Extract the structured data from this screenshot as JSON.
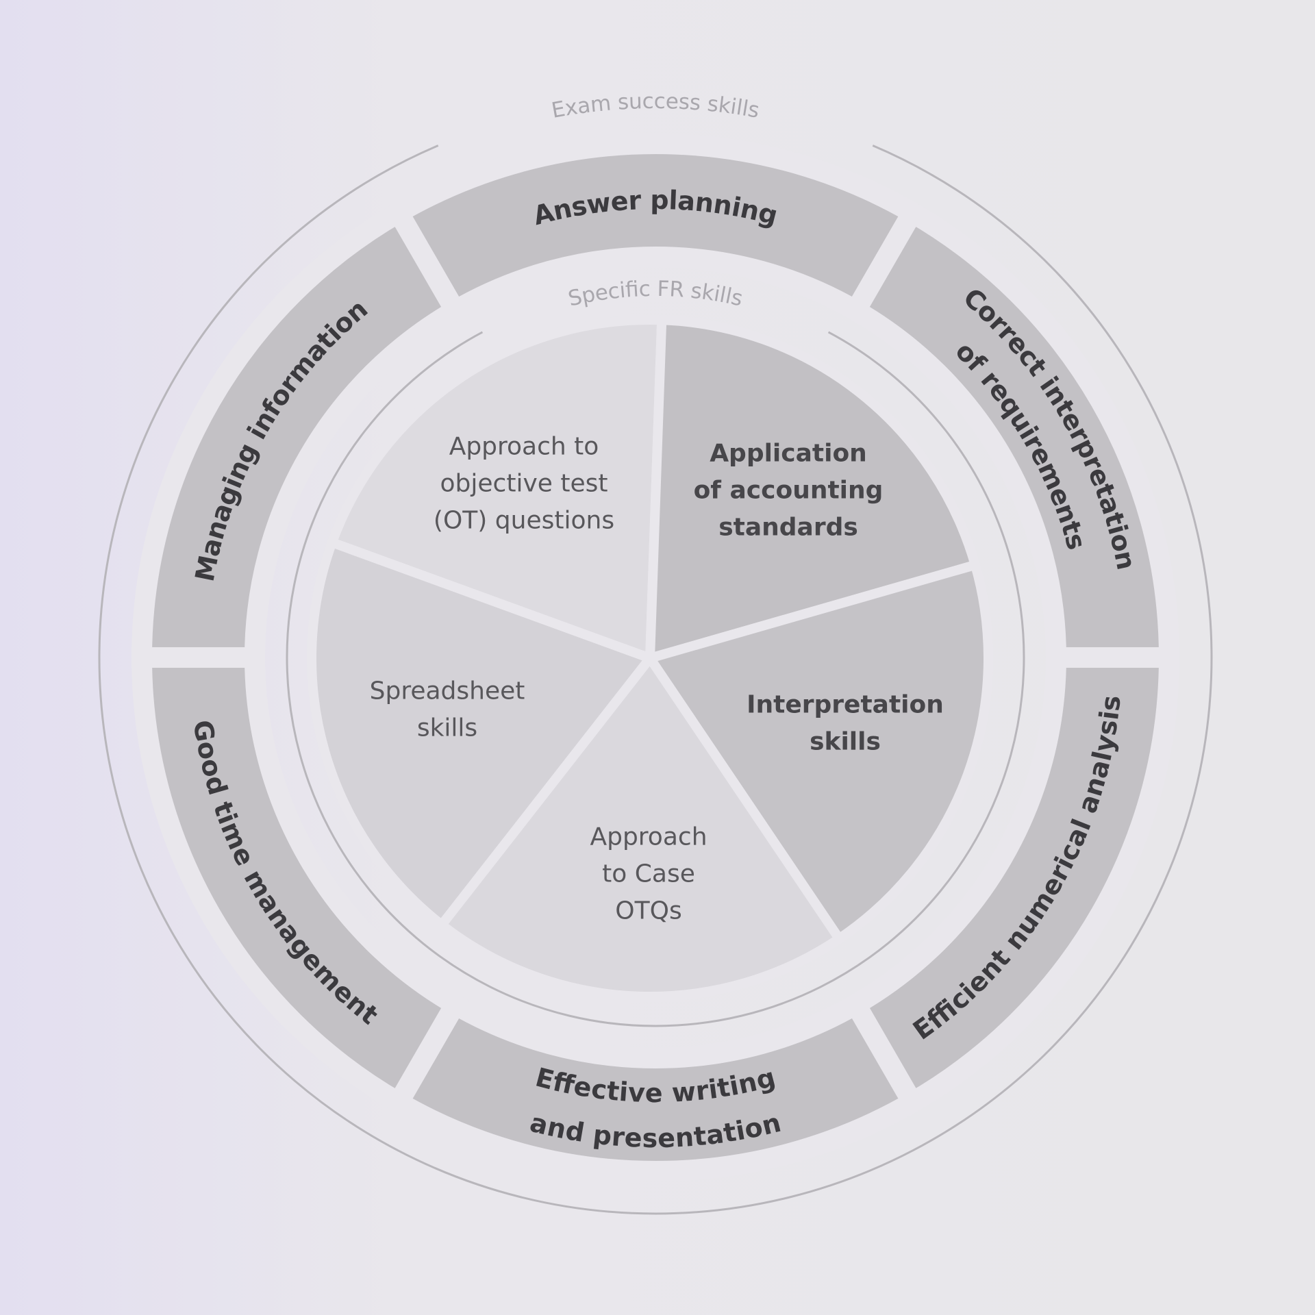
{
  "outer_ring_title": "Exam success skills",
  "inner_ring_title": "Specific FR skills",
  "exam_success_skills": [
    {
      "lines": [
        "Answer planning"
      ]
    },
    {
      "lines": [
        "Correct interpretation",
        "of requirements"
      ]
    },
    {
      "lines": [
        "Efficient numerical analysis"
      ]
    },
    {
      "lines": [
        "Effective writing",
        "and presentation"
      ]
    },
    {
      "lines": [
        "Good time management"
      ]
    },
    {
      "lines": [
        "Managing information"
      ]
    }
  ],
  "specific_fr_skills": [
    {
      "lines": [
        "Approach to",
        "objective test",
        "(OT) questions"
      ],
      "color": "#dddbe0"
    },
    {
      "lines": [
        "Application",
        "of accounting",
        "standards"
      ],
      "color": "#c2c0c4"
    },
    {
      "lines": [
        "Interpretation",
        "skills"
      ],
      "color": "#c5c3c7"
    },
    {
      "lines": [
        "Approach",
        "to Case",
        "OTQs"
      ],
      "color": "#dad8dd"
    },
    {
      "lines": [
        "Spreadsheet",
        "skills"
      ],
      "color": "#d4d2d7"
    }
  ],
  "colors": {
    "band": "#c3c1c5",
    "ring": "#b8b6bb",
    "background": "#e9e7ec"
  }
}
